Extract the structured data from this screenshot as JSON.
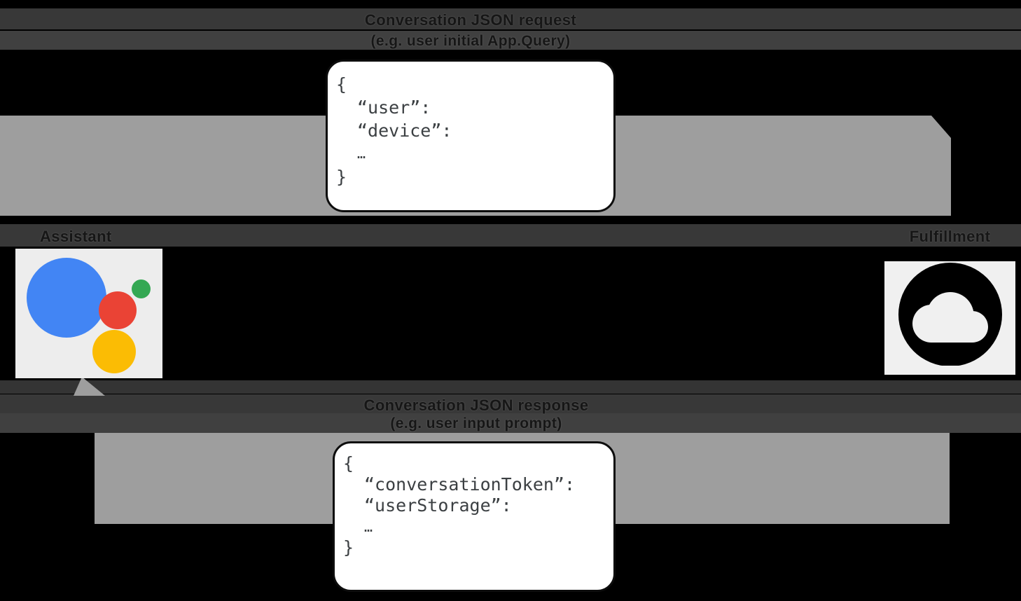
{
  "request_flow": {
    "label_line1": "Conversation JSON request",
    "label_line2": "(e.g. user initial App.Query)",
    "direction": "assistant-to-fulfillment",
    "payload_lines": [
      "{",
      "“user”:",
      "“device”:",
      "…",
      "}"
    ]
  },
  "response_flow": {
    "label_line1": "Conversation JSON response",
    "label_line2": "(e.g. user input prompt)",
    "direction": "fulfillment-to-assistant",
    "payload_lines": [
      "{",
      "“conversationToken”:",
      "“userStorage”:",
      "…",
      "}"
    ]
  },
  "entities": {
    "assistant": {
      "label": "Assistant",
      "icon": "google-assistant-logo"
    },
    "fulfillment": {
      "label": "Fulfillment",
      "icon": "cloud-in-circle-icon"
    }
  },
  "colors": {
    "background": "#000000",
    "arrow_gray": "#9e9e9e",
    "label_bar": "#3a3a3a",
    "label_text": "#161616",
    "card_background": "#ffffff",
    "card_border": "#0d0d0d",
    "code_text": "#3c4043",
    "assistant_blue": "#4285f4",
    "assistant_red": "#ea4335",
    "assistant_yellow": "#fbbc04",
    "assistant_green": "#34a853",
    "fulfillment_icon_black": "#000000"
  }
}
